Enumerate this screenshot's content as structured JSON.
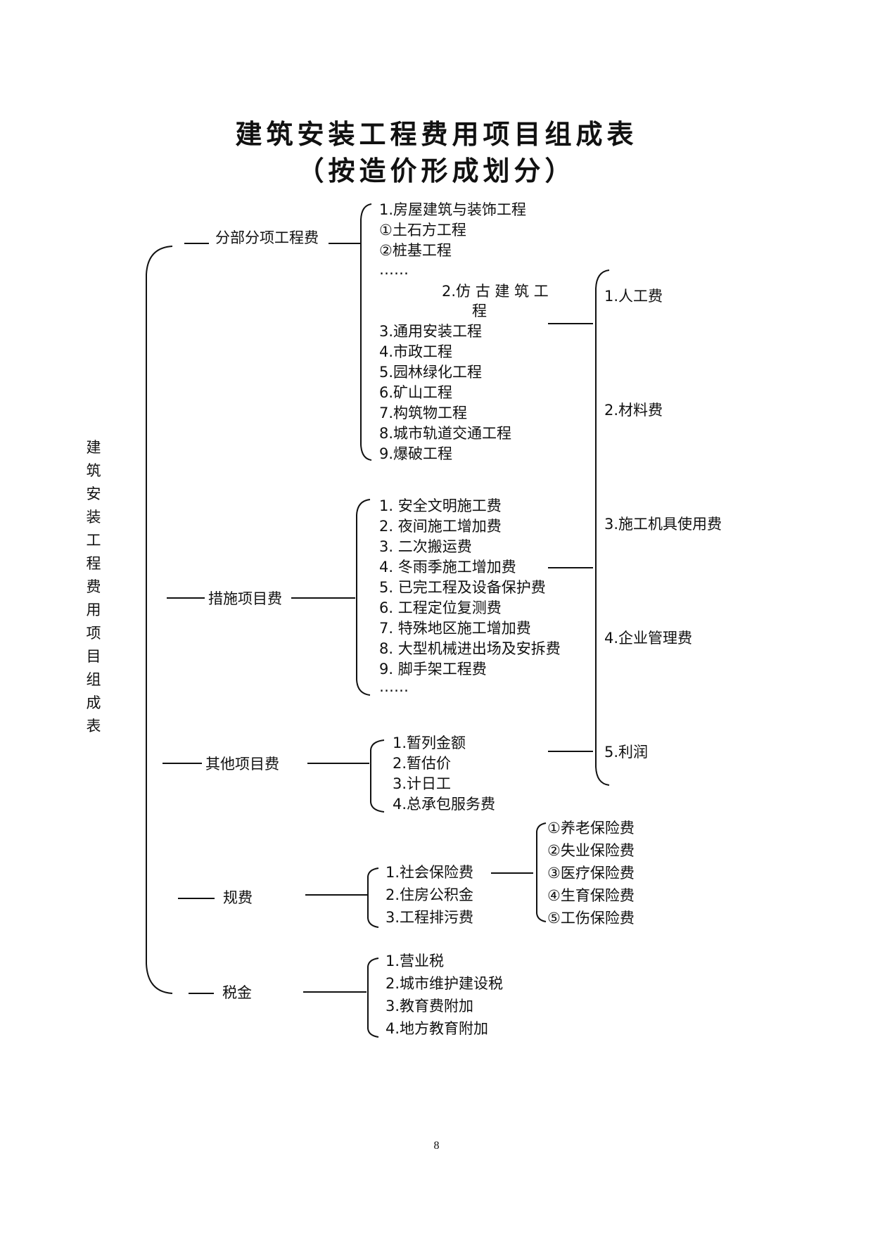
{
  "title_line1": "建筑安装工程费用项目组成表",
  "title_line2": "（按造价形成划分）",
  "root_label_chars": [
    "建",
    "筑",
    "安",
    "装",
    "工",
    "程",
    "费",
    "用",
    "项",
    "目",
    "组",
    "成",
    "表"
  ],
  "categories": {
    "fbfx": {
      "label": "分部分项工程费",
      "items": [
        "1.房屋建筑与装饰工程",
        "①土石方工程",
        "②桩基工程",
        "……",
        "2.仿 古 建 筑 工",
        "程",
        "3.通用安装工程",
        "4.市政工程",
        "5.园林绿化工程",
        "6.矿山工程",
        "7.构筑物工程",
        "8.城市轨道交通工程",
        "9.爆破工程"
      ]
    },
    "csxm": {
      "label": "措施项目费",
      "items": [
        "1.   安全文明施工费",
        "2.   夜间施工增加费",
        "3.   二次搬运费",
        "4.   冬雨季施工增加费",
        "5.   已完工程及设备保护费",
        "6.   工程定位复测费",
        "7.   特殊地区施工增加费",
        "8. 大型机械进出场及安拆费",
        "9.   脚手架工程费",
        "……"
      ]
    },
    "qtxm": {
      "label": "其他项目费",
      "items": [
        "1.暂列金额",
        "2.暂估价",
        "3.计日工",
        "4.总承包服务费"
      ]
    },
    "gf": {
      "label": "规费",
      "items": [
        "1.社会保险费",
        "2.住房公积金",
        "3.工程排污费"
      ],
      "insurance": [
        "①养老保险费",
        "②失业保险费",
        "③医疗保险费",
        "④生育保险费",
        "⑤工伤保险费"
      ]
    },
    "sj": {
      "label": "税金",
      "items": [
        "1.营业税",
        "2.城市维护建设税",
        "3.教育费附加",
        "4.地方教育附加"
      ]
    }
  },
  "cost_components": [
    "1.人工费",
    "2.材料费",
    "3.施工机具使用费",
    "4.企业管理费",
    "5.利润"
  ],
  "page_number": "8"
}
